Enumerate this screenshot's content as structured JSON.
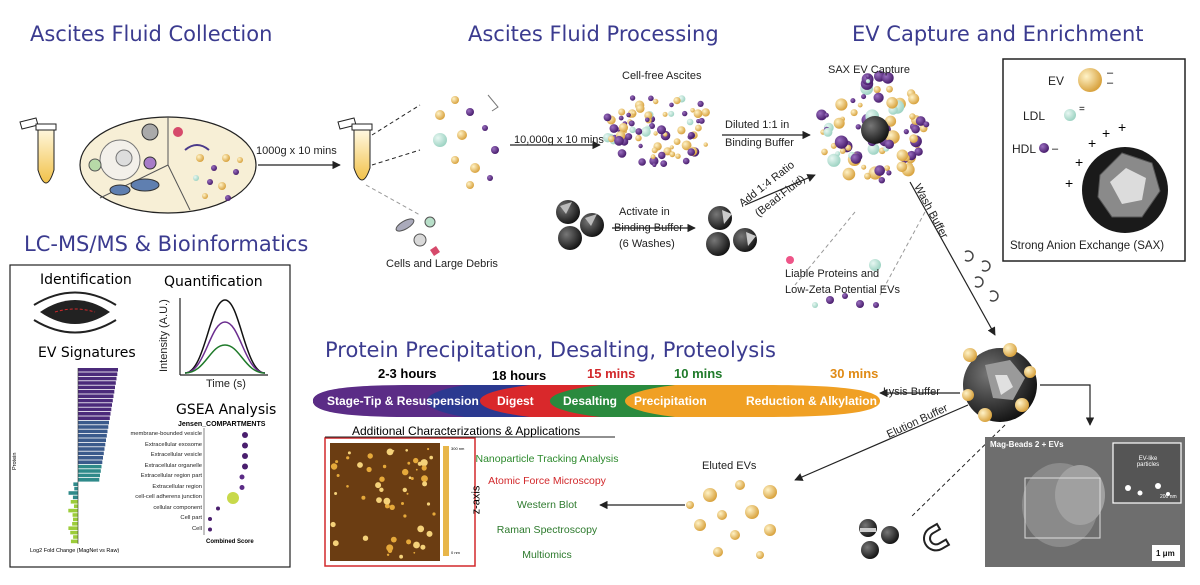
{
  "titles": {
    "collection": "Ascites Fluid Collection",
    "processing": "Ascites Fluid  Processing",
    "capture": "EV Capture and Enrichment",
    "lcms": "LC-MS/MS & Bioinformatics",
    "precipitation": "Protein Precipitation, Desalting, Proteolysis"
  },
  "steps": {
    "spin1": "1000g x 10 mins",
    "spin2": "10,000g x 10 mins",
    "cell_free": "Cell-free Ascites",
    "dilute_1": "Diluted 1:1 in",
    "dilute_2": "Binding Buffer",
    "sax_capture": "SAX EV Capture",
    "activate_1": "Activate in",
    "activate_2": "Binding Buffer",
    "activate_3": "(6 Washes)",
    "ratio_1": "Add 1:4 Ratio",
    "ratio_2": "(Bead:Fluid)",
    "cells_debris": "Cells and Large Debris",
    "liable_1": "Liable Proteins and",
    "liable_2": "Low-Zeta Potential EVs",
    "wash_buffer": "Wash Buffer",
    "lysis_buffer": "Lysis Buffer",
    "elution_buffer": "Elution Buffer",
    "eluted_evs": "Eluted EVs"
  },
  "sax_legend": {
    "ev": "EV",
    "ldl": "LDL",
    "hdl": "HDL",
    "caption": "Strong Anion Exchange (SAX)"
  },
  "lcms": {
    "identification": "Identification",
    "quantification": "Quantification",
    "ev_signatures": "EV Signatures",
    "intensity_label": "Intensity (A.U.)",
    "time_label": "Time (s)",
    "gsea": "GSEA Analysis",
    "gsea_sub": "Jensen_COMPARTMENTS",
    "gsea_terms": [
      "membrane-bounded vesicle",
      "Extracellular exosome",
      "Extracellular vesicle",
      "Extracellular organelle",
      "Extracellular region part",
      "Extracellular region",
      "cell-cell adherens junction",
      "cellular component",
      "Cell part",
      "Cell"
    ],
    "gsea_xlabel": "Combined Score",
    "bar_xlabel": "Log2 Fold Change (MagNet vs Raw)",
    "bar_ylabel": "Protein"
  },
  "pipeline": {
    "times": [
      "2-3 hours",
      "18 hours",
      "15 mins",
      "10 mins",
      "30 mins"
    ],
    "time_colors": [
      "#111111",
      "#111111",
      "#d2282b",
      "#1f7a2a",
      "#e08a14"
    ],
    "labels": [
      "Stage-Tip & Resuspension",
      "Digest",
      "Desalting",
      "Precipitation",
      "Reduction & Alkylation"
    ],
    "colors": [
      "#5b2c86",
      "#2b3990",
      "#d9282b",
      "#2a8a3e",
      "#f0a024"
    ]
  },
  "applications": {
    "header": "Additional Characterizations & Applications",
    "afm_scale": "z-axis",
    "afm_ticks": [
      "300 nm",
      "",
      "",
      "",
      "",
      "",
      "",
      "",
      "0 nm"
    ],
    "items": [
      {
        "text": "Nanoparticle Tracking Analysis",
        "color": "#2d8a2d"
      },
      {
        "text": "Atomic Force Microscopy",
        "color": "#d2282b"
      },
      {
        "text": "Western Blot",
        "color": "#2d7a2d"
      },
      {
        "text": "Raman Spectroscopy",
        "color": "#2d7a2d"
      },
      {
        "text": "Multiomics",
        "color": "#2d7a2d"
      }
    ]
  },
  "sem": {
    "title": "Mag-Beads 2 + EVs",
    "inset": "EV-like particles",
    "inset_scale": "200 nm",
    "scale": "1 μm"
  }
}
